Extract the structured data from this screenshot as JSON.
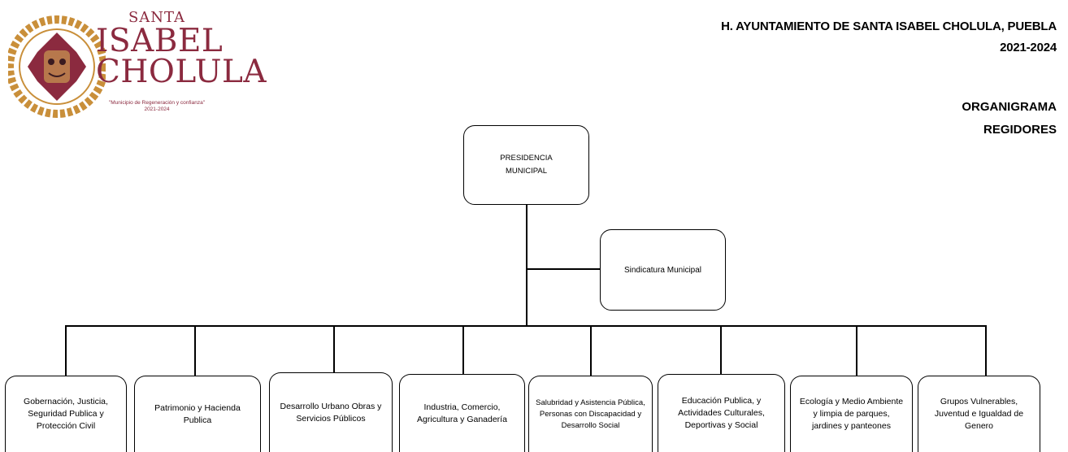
{
  "header": {
    "line1": "H. AYUNTAMIENTO DE SANTA ISABEL CHOLULA, PUEBLA",
    "line2": "2021-2024",
    "line3": "ORGANIGRAMA",
    "line4": "REGIDORES"
  },
  "logo": {
    "santa": "SANTA",
    "isabel": "ISABEL",
    "cholula": "CHOLULA",
    "tagline": "\"Municipio de Regeneración y confianza\"",
    "years": "2021-2024"
  },
  "org": {
    "presidencia": "PRESIDENCIA MUNICIPAL",
    "sindicatura": "Sindicatura Municipal",
    "regidurias": [
      "Gobernación, Justicia, Seguridad Publica y Protección Civil",
      "Patrimonio y Hacienda Publica",
      "Desarrollo Urbano Obras y Servicios Públicos",
      "Industria, Comercio, Agricultura y Ganadería",
      "Salubridad y Asistencia Pública, Personas con Discapacidad y Desarrollo Social",
      "Educación Publica, y Actividades Culturales, Deportivas y Social",
      "Ecología y Medio Ambiente y limpia de parques, jardines y panteones",
      "Grupos Vulnerables, Juventud e Igualdad de Genero"
    ]
  },
  "colors": {
    "logo": "#8b2a3f",
    "logo_ring": "#c98f3a"
  }
}
